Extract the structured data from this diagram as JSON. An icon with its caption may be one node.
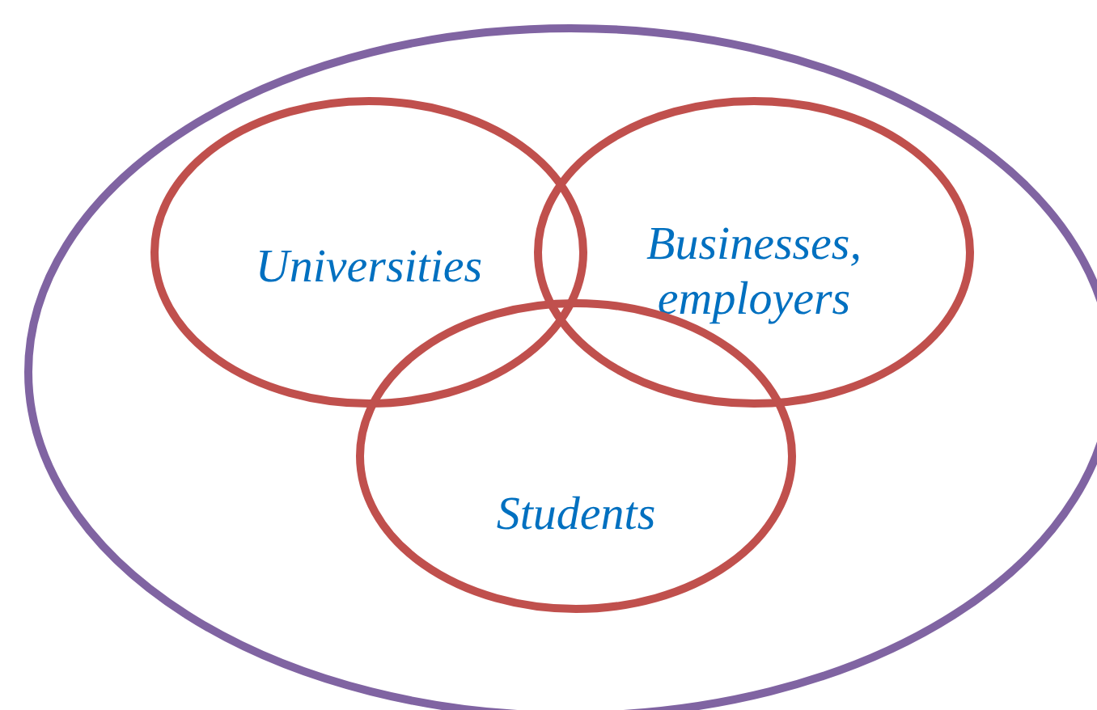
{
  "diagram": {
    "nodes": [
      {
        "text": [],
        "shape": "ellipse"
      },
      {
        "text": [
          "Universities"
        ],
        "in": 0
      },
      {
        "text": [
          "Businesses, employers"
        ],
        "in": 0
      },
      {
        "text": [
          "Students"
        ],
        "in": 0
      }
    ]
  }
}
